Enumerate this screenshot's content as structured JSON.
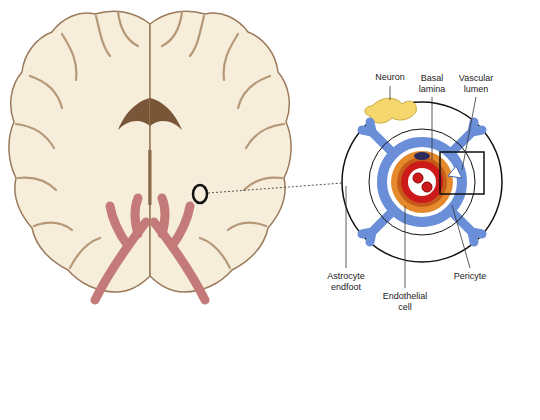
{
  "diagram": {
    "labels": [
      "Neuron",
      "Basal lamina",
      "Vascular lumen",
      "Astrocyte endfoot",
      "Endothelial cell",
      "Pericyte"
    ]
  }
}
